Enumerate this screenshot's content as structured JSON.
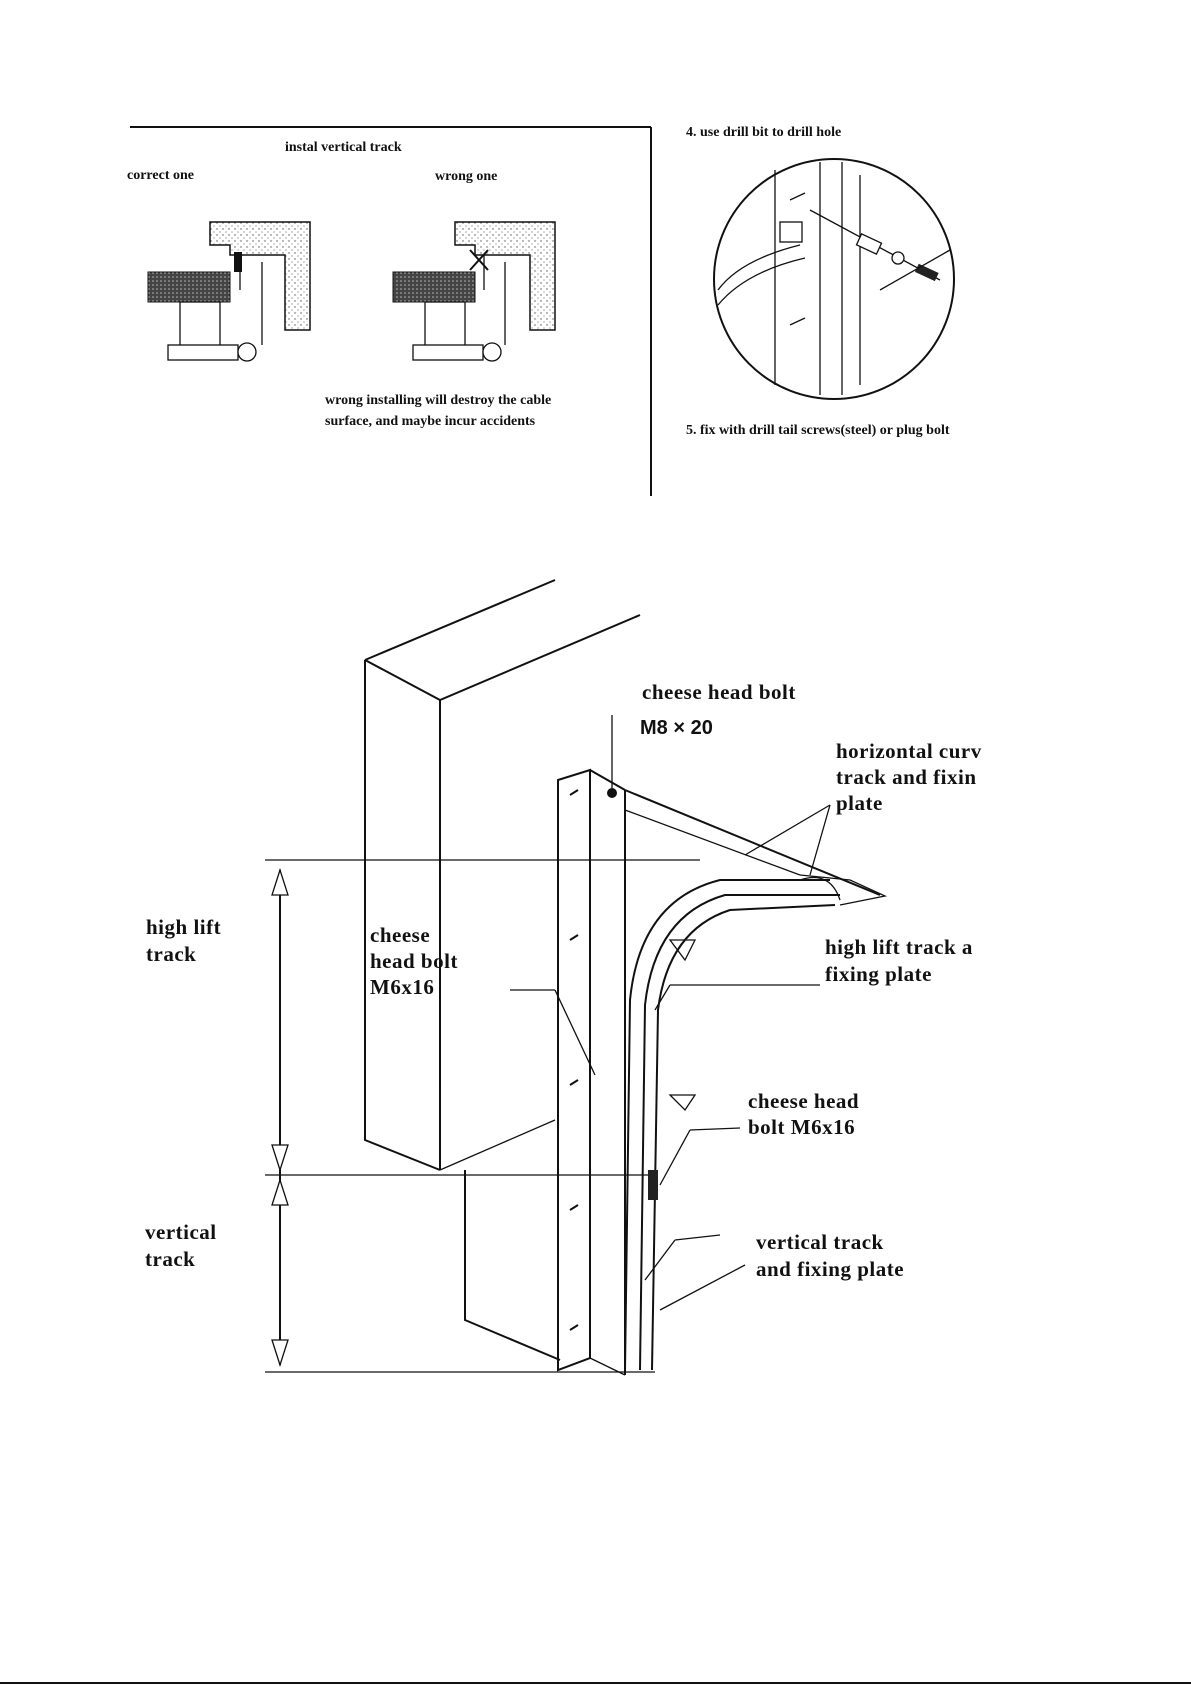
{
  "top_left": {
    "title": "instal vertical track",
    "correct_label": "correct one",
    "wrong_label": "wrong one",
    "warning_line1": "wrong installing will destroy the cable",
    "warning_line2": "surface, and maybe incur accidents"
  },
  "top_right": {
    "step4": "4. use drill bit to drill hole",
    "step5": "5. fix with drill tail screws(steel) or plug bolt"
  },
  "main_diagram": {
    "labels": {
      "cheese_head_bolt": "cheese head bolt",
      "m8x20": "M8 × 20",
      "horizontal_1": "horizontal curv",
      "horizontal_2": "track and fixin",
      "horizontal_3": "plate",
      "high_lift_track_1": "high lift",
      "high_lift_track_2": "track",
      "cheese_left_1": "cheese",
      "cheese_left_2": "head bolt",
      "cheese_left_3": "M6x16",
      "high_lift_fix_1": "high lift track a",
      "high_lift_fix_2": "fixing plate",
      "cheese_right_1": "cheese head",
      "cheese_right_2": "bolt M6x16",
      "vertical_track_1": "vertical",
      "vertical_track_2": "track",
      "vertical_fix_1": "vertical track",
      "vertical_fix_2": "and fixing plate"
    }
  }
}
